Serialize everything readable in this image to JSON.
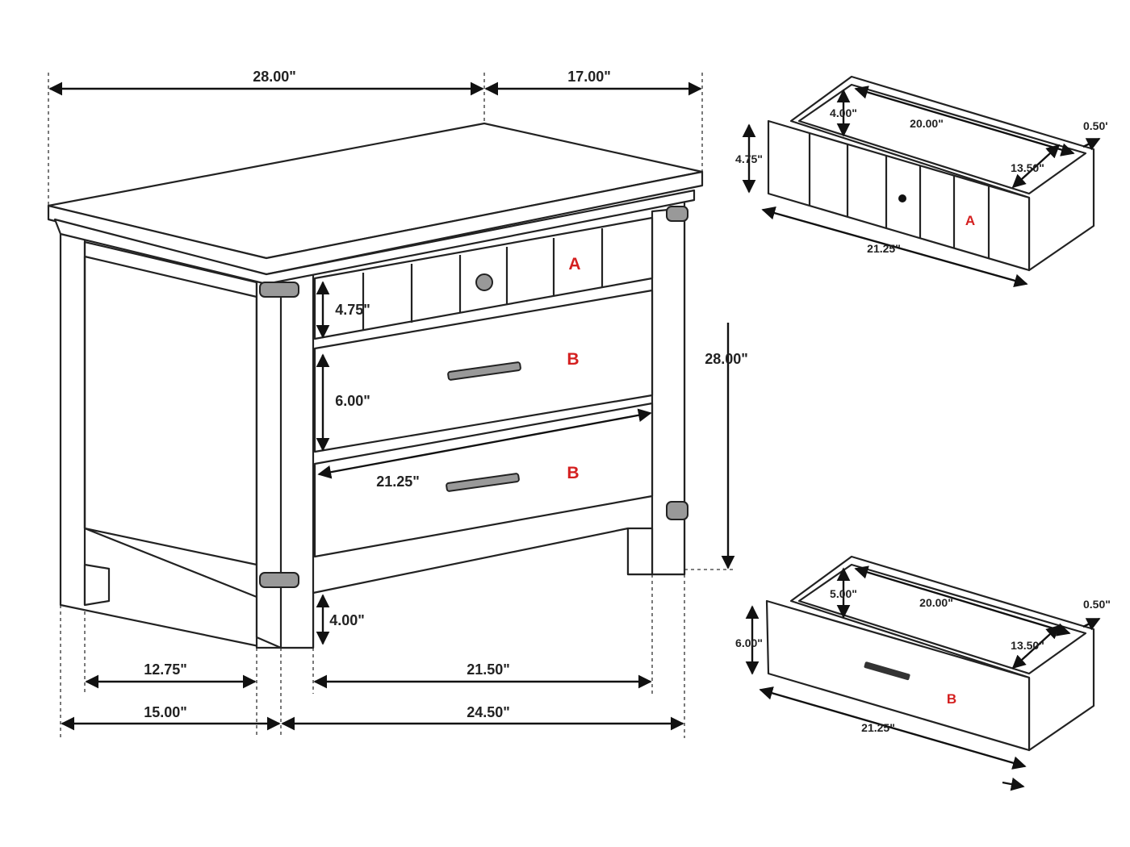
{
  "nightstand": {
    "overall_width": "28.00\"",
    "depth": "17.00\"",
    "height": "28.00\"",
    "drawer_a_height": "4.75\"",
    "drawer_b_height": "6.00\"",
    "drawer_depth": "21.25\"",
    "leg_height": "4.00\"",
    "side_inner": "12.75\"",
    "front_inner": "21.50\"",
    "side_outer": "15.00\"",
    "front_outer": "24.50\"",
    "label_a": "A",
    "label_b1": "B",
    "label_b2": "B"
  },
  "drawer_a": {
    "inner_height": "4.00\"",
    "inner_width": "20.00\"",
    "wall": "0.50'",
    "front_height": "4.75\"",
    "inner_depth": "13.50\"",
    "label": "A",
    "depth": "21.25\""
  },
  "drawer_b": {
    "inner_height": "5.00\"",
    "inner_width": "20.00\"",
    "wall": "0.50\"",
    "front_height": "6.00\"",
    "inner_depth": "13.50\"",
    "label": "B",
    "depth": "21.25\""
  },
  "colors": {
    "label_red": "#d41f1f"
  }
}
